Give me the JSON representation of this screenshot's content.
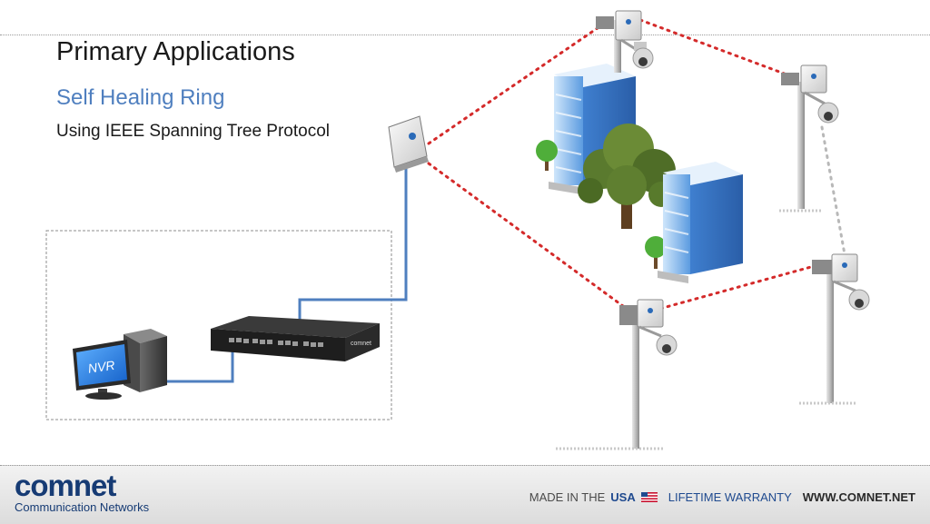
{
  "slide": {
    "title": "Primary Applications",
    "subtitle": "Self Healing Ring",
    "subtext": "Using IEEE Spanning Tree Protocol"
  },
  "diagram": {
    "nvr_label": "NVR",
    "switch_brand": "comnet",
    "ring_link_color": "#d42a2a",
    "standby_link_color": "#b8b8b8",
    "cable_color": "#4f7fbf"
  },
  "footer": {
    "logo_word": "comnet",
    "logo_subtitle": "Communication Networks",
    "made_in": "MADE IN THE",
    "usa": "USA",
    "warranty": "LIFETIME WARRANTY",
    "website": "WWW.COMNET.NET"
  }
}
